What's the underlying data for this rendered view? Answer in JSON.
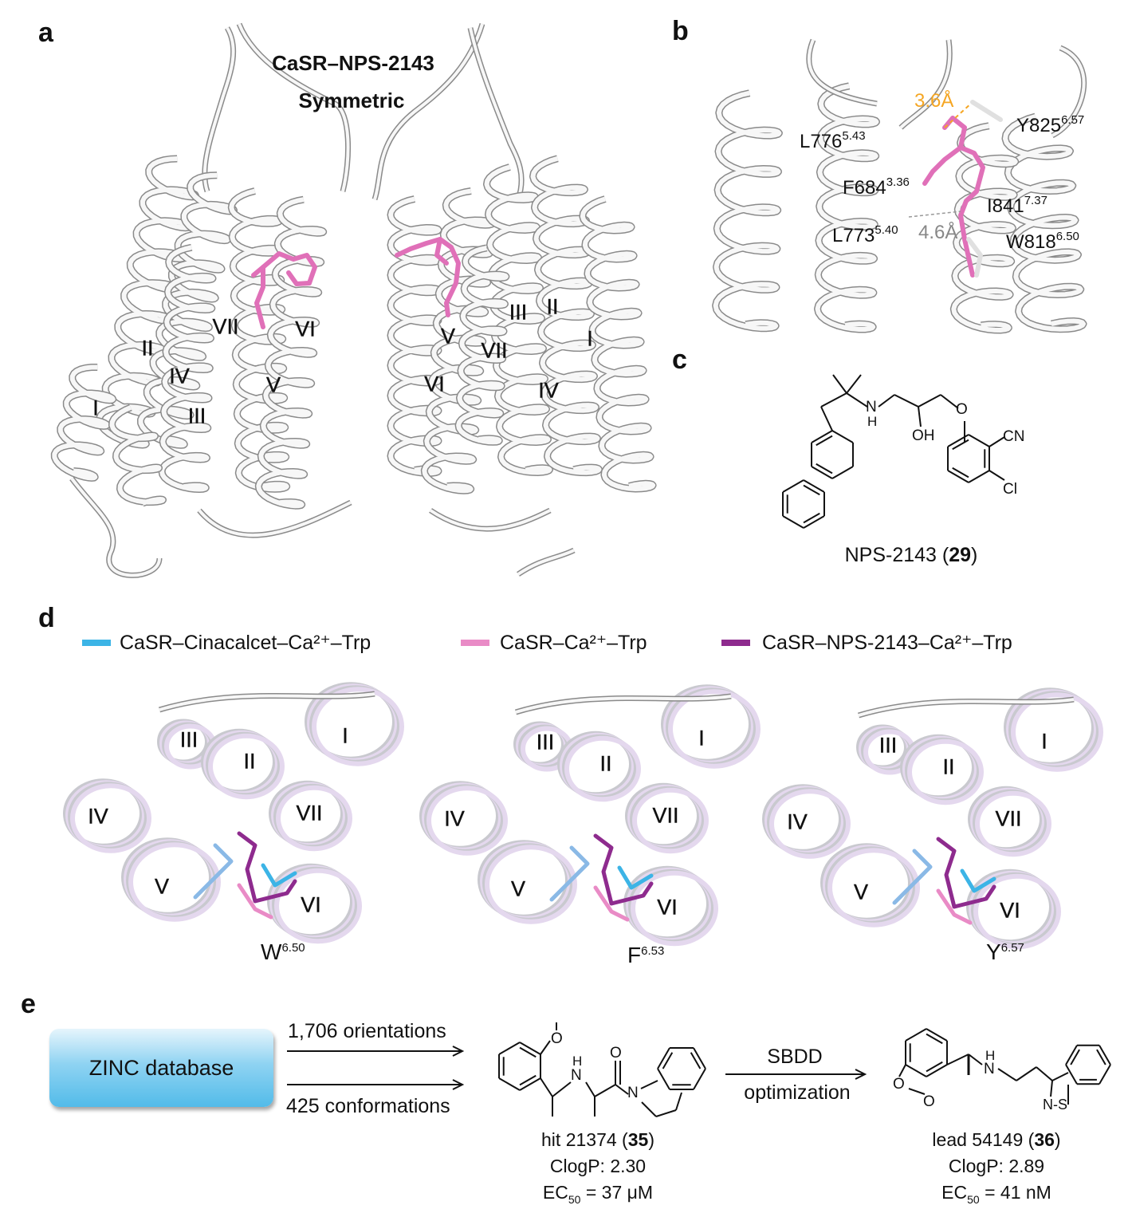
{
  "panels": {
    "a": "a",
    "b": "b",
    "c": "c",
    "d": "d",
    "e": "e"
  },
  "panel_a": {
    "title_line1": "CaSR–NPS-2143",
    "title_line2": "Symmetric",
    "left_helices": [
      "VII",
      "VI",
      "II",
      "IV",
      "V",
      "I",
      "III"
    ],
    "right_helices": [
      "V",
      "III",
      "II",
      "I",
      "VII",
      "VI",
      "IV"
    ],
    "ligand_color": "#e070b8"
  },
  "panel_b": {
    "hbond_distance": "3.6Å",
    "pi_distance": "4.6Å",
    "hbond_color": "#f5a623",
    "residues": [
      {
        "name": "L776",
        "bw": "5.43"
      },
      {
        "name": "Y825",
        "bw": "6.57"
      },
      {
        "name": "F684",
        "bw": "3.36"
      },
      {
        "name": "I841",
        "bw": "7.37"
      },
      {
        "name": "L773",
        "bw": "5.40"
      },
      {
        "name": "W818",
        "bw": "6.50"
      }
    ]
  },
  "panel_c": {
    "compound_prefix": "NPS-2143 (",
    "compound_number": "29",
    "compound_suffix": ")",
    "atoms": {
      "N": "N",
      "H": "H",
      "OH": "OH",
      "O": "O",
      "CN": "CN",
      "Cl": "Cl"
    }
  },
  "panel_d": {
    "legend": [
      {
        "label": "CaSR–Cinacalcet–Ca²⁺–Trp",
        "color": "#3cb4e6"
      },
      {
        "label": "CaSR–Ca²⁺–Trp",
        "color": "#e98bc6"
      },
      {
        "label": "CaSR–NPS-2143–Ca²⁺–Trp",
        "color": "#8e2b8e"
      }
    ],
    "helices": [
      "III",
      "II",
      "I",
      "IV",
      "VII",
      "V",
      "VI"
    ],
    "views": [
      {
        "residue": "W",
        "bw": "6.50"
      },
      {
        "residue": "F",
        "bw": "6.53"
      },
      {
        "residue": "Y",
        "bw": "6.57"
      }
    ]
  },
  "panel_e": {
    "database": "ZINC database",
    "orientations": "1,706 orientations",
    "conformations": "425 conformations",
    "step_top": "SBDD",
    "step_bottom": "optimization",
    "atoms": {
      "O": "O",
      "H": "H",
      "N": "N",
      "S": "S",
      "NS": "N-S"
    },
    "hit": {
      "prefix": "hit 21374 (",
      "number": "35",
      "suffix": ")",
      "clogp": "ClogP: 2.30",
      "ec_label": "EC",
      "ec_sub": "50",
      "ec_value": " = 37 μM"
    },
    "lead": {
      "prefix": "lead 54149 (",
      "number": "36",
      "suffix": ")",
      "clogp": "ClogP: 2.89",
      "ec_label": "EC",
      "ec_sub": "50",
      "ec_value": " = 41 nM"
    }
  }
}
